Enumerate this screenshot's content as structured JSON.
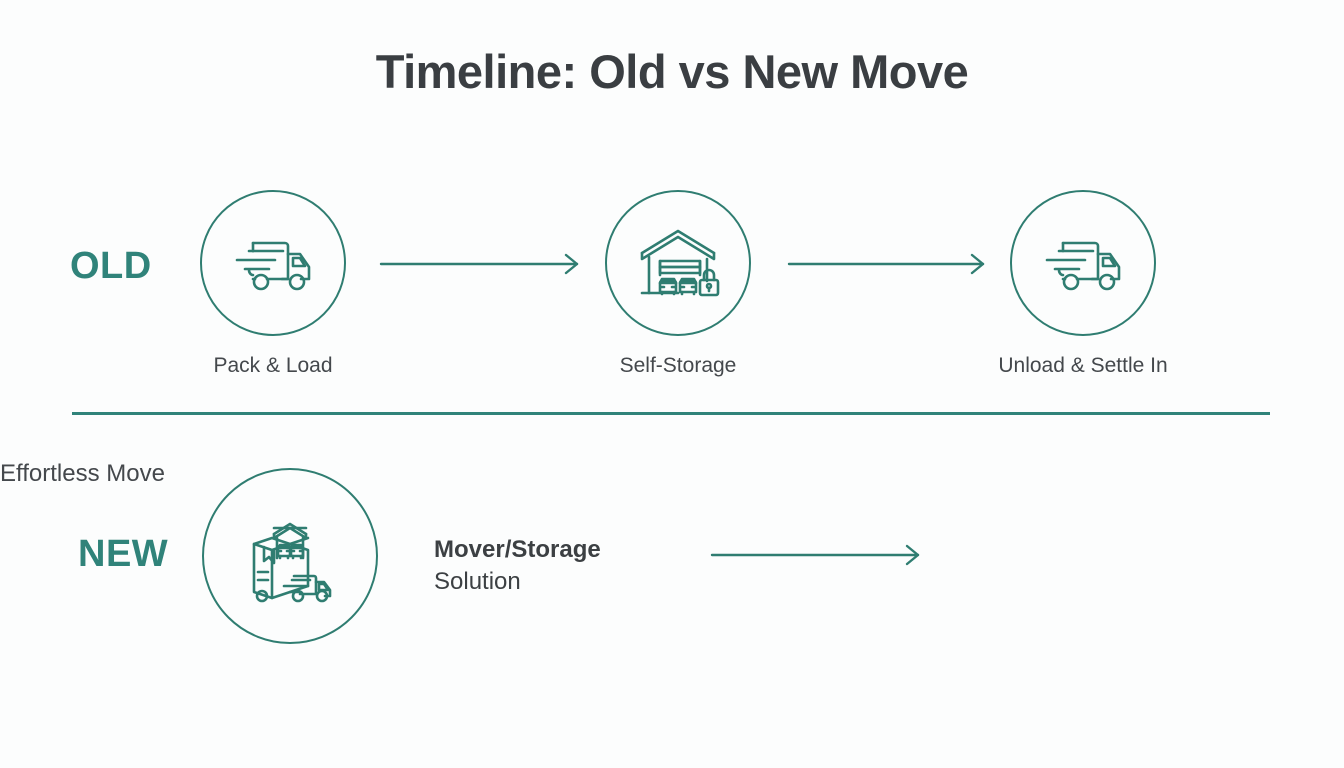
{
  "page": {
    "title": "Timeline: Old vs New Move",
    "background_color": "#fcfdfd",
    "accent_color": "#2f7d71",
    "label_color": "#30837a",
    "text_color": "#3c4043"
  },
  "rows": {
    "old": {
      "label": "OLD",
      "steps": [
        {
          "caption": "Pack & Load",
          "icon": "delivery-truck-icon"
        },
        {
          "caption": "Self-Storage",
          "icon": "storage-warehouse-icon"
        },
        {
          "caption": "Unload & Settle In",
          "icon": "delivery-truck-icon"
        }
      ],
      "arrows": [
        {
          "name": "arrow-pack-to-storage"
        },
        {
          "name": "arrow-storage-to-unload"
        }
      ]
    },
    "new": {
      "label": "NEW",
      "steps": [
        {
          "icon": "box-storage-truck-icon",
          "caption_line1": "Mover/Storage",
          "caption_line2": "Solution"
        }
      ],
      "arrows": [
        {
          "name": "arrow-solution-to-result"
        }
      ],
      "result": "Effortless Move"
    }
  }
}
